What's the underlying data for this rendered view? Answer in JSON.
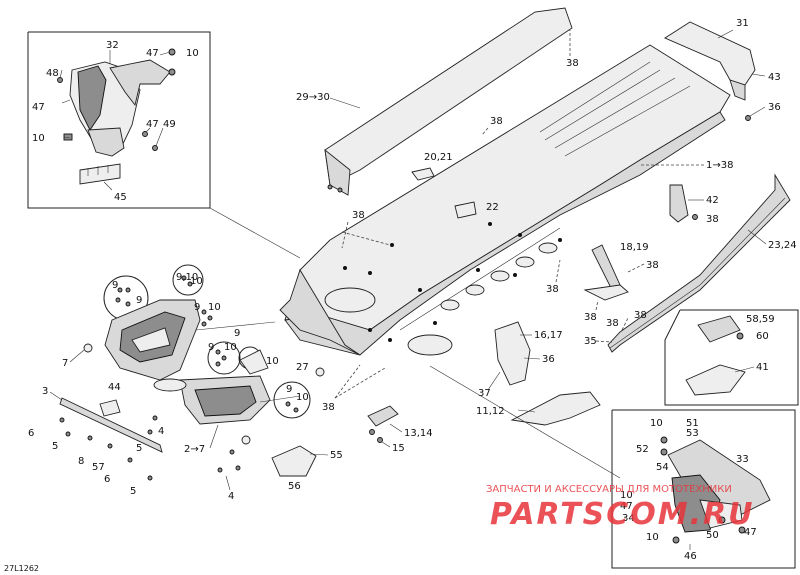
{
  "callouts": {
    "c32": "32",
    "c47a": "47",
    "c10a": "10",
    "c48": "48",
    "c47b": "47",
    "c10b": "10",
    "c47c": "47",
    "c49": "49",
    "c45": "45",
    "c38top": "38",
    "c31": "31",
    "c43": "43",
    "c36a": "36",
    "c2930": "29→30",
    "c38b": "38",
    "c2021": "20,21",
    "c22": "22",
    "c138": "1→38",
    "c42": "42",
    "c38c": "38",
    "c38d": "38",
    "c2324": "23,24",
    "c1819": "18,19",
    "c38e": "38",
    "c38f": "38",
    "c38g": "38",
    "c35": "35",
    "c38h": "38",
    "c38i": "38",
    "c1617": "16,17",
    "c36b": "36",
    "c37": "37",
    "c27": "27",
    "c38j": "38",
    "c1112": "11,12",
    "c1314": "13,14",
    "c15": "15",
    "c910a": "9,10",
    "c9a": "9",
    "c10c": "10",
    "c9b": "9",
    "c9c": "9",
    "c9d": "9",
    "c10d": "10",
    "c10e": "10",
    "c7": "7",
    "c9e": "9",
    "c10f": "10",
    "c9f": "9",
    "c3": "3",
    "c44": "44",
    "c6a": "6",
    "c5a": "5",
    "c8": "8",
    "c57": "57",
    "c6b": "6",
    "c5b": "5",
    "c4a": "4",
    "c5c": "5",
    "c27b": "2→7",
    "c4b": "4",
    "c55": "55",
    "c56": "56",
    "c5859": "58,59",
    "c60": "60",
    "c41": "41",
    "c10g": "10",
    "c51": "51",
    "c53": "53",
    "c52": "52",
    "c54": "54",
    "c33": "33",
    "c10h": "10",
    "c47d": "47",
    "c34": "34",
    "c10i": "10",
    "c50": "50",
    "c47e": "47",
    "c46": "46"
  },
  "watermark": {
    "line1": "ЗАПЧАСТИ И АКСЕССУАРЫ ДЛЯ МОТОТЕХНИКИ",
    "line2": "PARTSCOM.RU",
    "color": "#e8343a"
  },
  "figure_code": "27L1262"
}
